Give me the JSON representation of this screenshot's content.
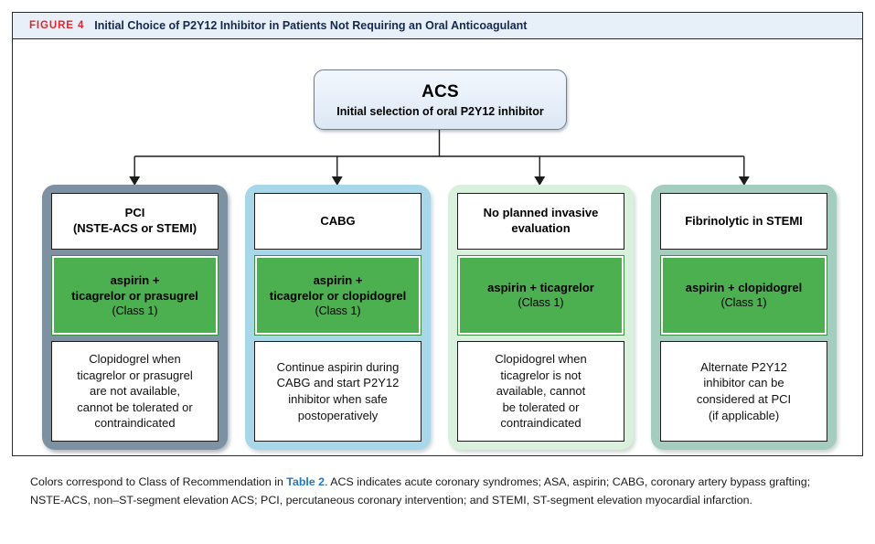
{
  "figure": {
    "label": "FIGURE 4",
    "title": "Initial Choice of P2Y12 Inhibitor in Patients Not Requiring an Oral Anticoagulant"
  },
  "colors": {
    "header_band": "#e7eff9",
    "figure_label": "#e8232a",
    "figure_title": "#132a4e",
    "class1_green": "#4caf50",
    "col1_border": "#7e91a2",
    "col2_border": "#a7d7e9",
    "col3_border": "#d8f0dc",
    "col4_border": "#a4ccbf",
    "acs_fill": "#dce8f5",
    "link_blue": "#1f7ac0"
  },
  "root": {
    "title": "ACS",
    "subtitle": "Initial selection of oral P2Y12 inhibitor"
  },
  "branches": [
    {
      "id": "pci",
      "head_lines": [
        "PCI",
        "(NSTE-ACS or STEMI)"
      ],
      "recommendation": {
        "drug_lines": [
          "aspirin +",
          "ticagrelor or prasugrel"
        ],
        "class_label": "(Class 1)"
      },
      "note_lines": [
        "Clopidogrel when",
        "ticagrelor or prasugrel",
        "are not available,",
        "cannot be tolerated or",
        "contraindicated"
      ]
    },
    {
      "id": "cabg",
      "head_lines": [
        "CABG"
      ],
      "recommendation": {
        "drug_lines": [
          "aspirin +",
          "ticagrelor or clopidogrel"
        ],
        "class_label": "(Class 1)"
      },
      "note_lines": [
        "Continue aspirin during",
        "CABG and start P2Y12",
        "inhibitor when safe",
        "postoperatively"
      ]
    },
    {
      "id": "no-planned-invasive",
      "head_lines": [
        "No planned invasive",
        "evaluation"
      ],
      "recommendation": {
        "drug_lines": [
          "aspirin + ticagrelor"
        ],
        "class_label": "(Class 1)"
      },
      "note_lines": [
        "Clopidogrel when",
        "ticagrelor is not",
        "available, cannot",
        "be tolerated or",
        "contraindicated"
      ]
    },
    {
      "id": "fibrinolytic-stemi",
      "head_lines": [
        "Fibrinolytic in STEMI"
      ],
      "recommendation": {
        "drug_lines": [
          "aspirin + clopidogrel"
        ],
        "class_label": "(Class 1)"
      },
      "note_lines": [
        "Alternate P2Y12",
        "inhibitor can be",
        "considered at PCI",
        "(if applicable)"
      ]
    }
  ],
  "caption": {
    "before_link": "Colors correspond to Class of Recommendation in ",
    "link": "Table 2",
    "after_link": ". ACS indicates acute coronary syndromes; ASA, aspirin; CABG, coronary artery bypass grafting; NSTE-ACS, non–ST-segment elevation ACS; PCI, percutaneous coronary intervention; and STEMI, ST-segment elevation myocardial infarction."
  }
}
